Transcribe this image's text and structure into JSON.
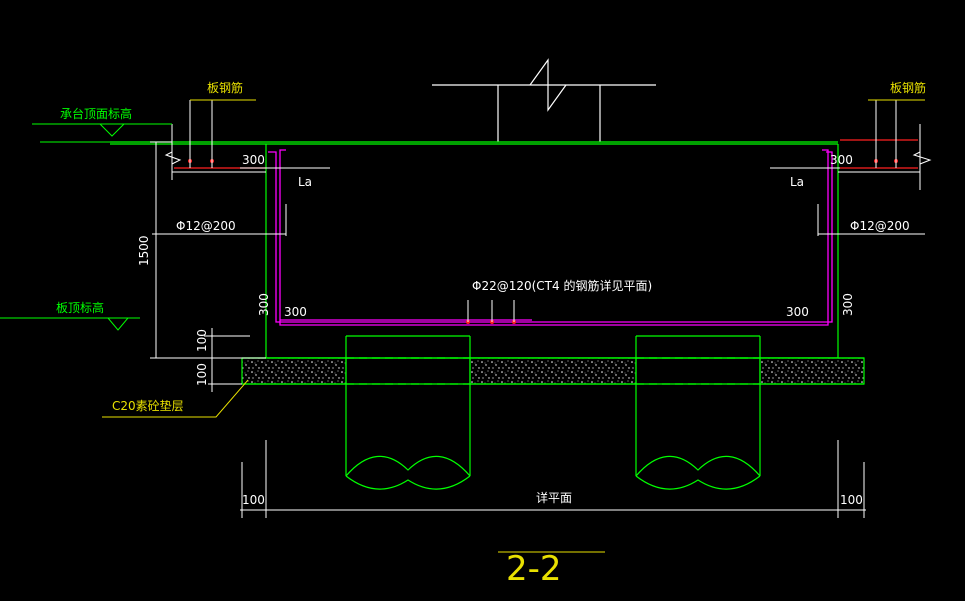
{
  "labels": {
    "slab_rebar_left": "板钢筋",
    "slab_rebar_right": "板钢筋",
    "cap_top_elev": "承台顶面标高",
    "slab_top_elev": "板顶标高",
    "cushion": "C20素砼垫层",
    "dim_300_top_left": "300",
    "dim_300_top_right": "300",
    "la_left": "La",
    "la_right": "La",
    "rebar_left": "Φ12@200",
    "rebar_right": "Φ12@200",
    "bottom_rebar": "Φ22@120(CT4 的钢筋详见平面)",
    "dim_1500": "1500",
    "dim_300_vert_left": "300",
    "dim_300_vert_right": "300",
    "dim_300_bot_left": "300",
    "dim_300_bot_right": "300",
    "dim_100_upper": "100",
    "dim_100_lower": "100",
    "dim_100_left": "100",
    "dim_100_right": "100",
    "plan_ref": "详平面",
    "section_title": "2-2"
  },
  "colors": {
    "background": "#000000",
    "structure": "#00ff00",
    "rebar": "#ff00ff",
    "red_rebar": "#ff2020",
    "text_white": "#ffffff",
    "text_yellow": "#e8e000",
    "leader_yellow": "#e8e000"
  }
}
